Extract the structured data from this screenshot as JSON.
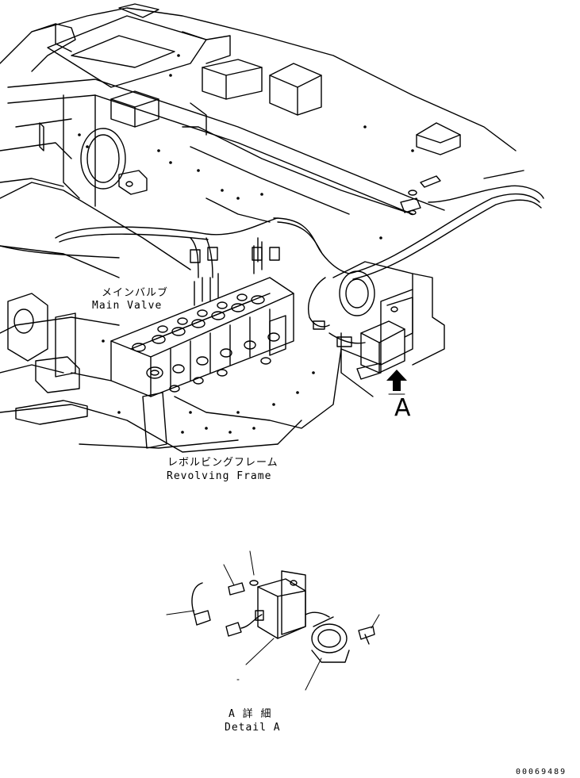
{
  "labels": {
    "main_valve_jp": "メインバルブ",
    "main_valve_en": "Main Valve",
    "revolving_frame_jp": "レボルビングフレーム",
    "revolving_frame_en": "Revolving Frame",
    "view_letter": "A",
    "detail_jp": "A 詳 細",
    "detail_en": "Detail A",
    "drawing_number": "00069489"
  }
}
